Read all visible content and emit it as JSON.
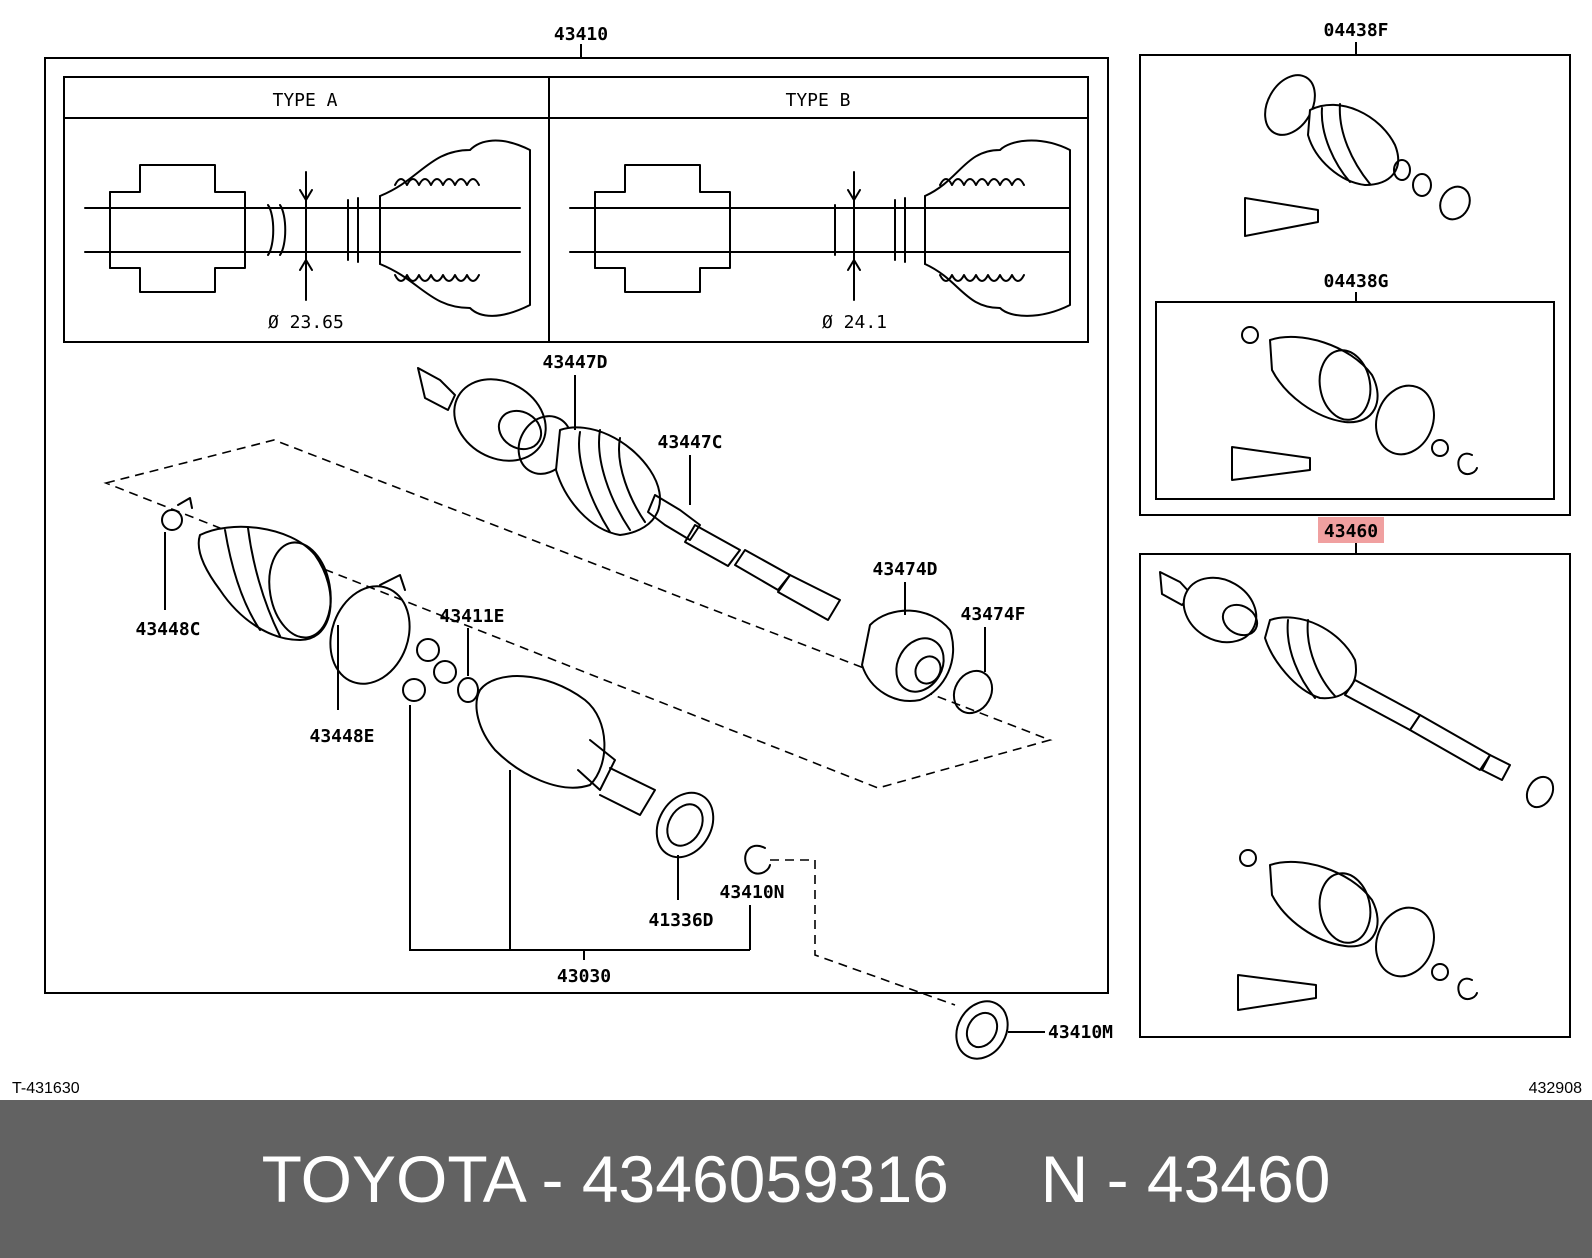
{
  "labels": {
    "l43410": "43410",
    "type_a": "TYPE A",
    "type_b": "TYPE B",
    "dia_a": "Ø 23.65",
    "dia_b": "Ø 24.1",
    "l43447d": "43447D",
    "l43447c": "43447C",
    "l43448c": "43448C",
    "l43411e": "43411E",
    "l43448e": "43448E",
    "l43474d": "43474D",
    "l43474f": "43474F",
    "l43410n": "43410N",
    "l41336d": "41336D",
    "l43030": "43030",
    "l43410m": "43410M",
    "l04438f": "04438F",
    "l04438g": "04438G",
    "l43460": "43460",
    "ref_left": "T-431630",
    "ref_right": "432908"
  },
  "colors": {
    "highlight": "#f0a0a0",
    "footer_bg": "#626262",
    "footer_text": "#ffffff"
  },
  "footer": {
    "text": "TOYOTA - 4346059316     N - 43460"
  }
}
